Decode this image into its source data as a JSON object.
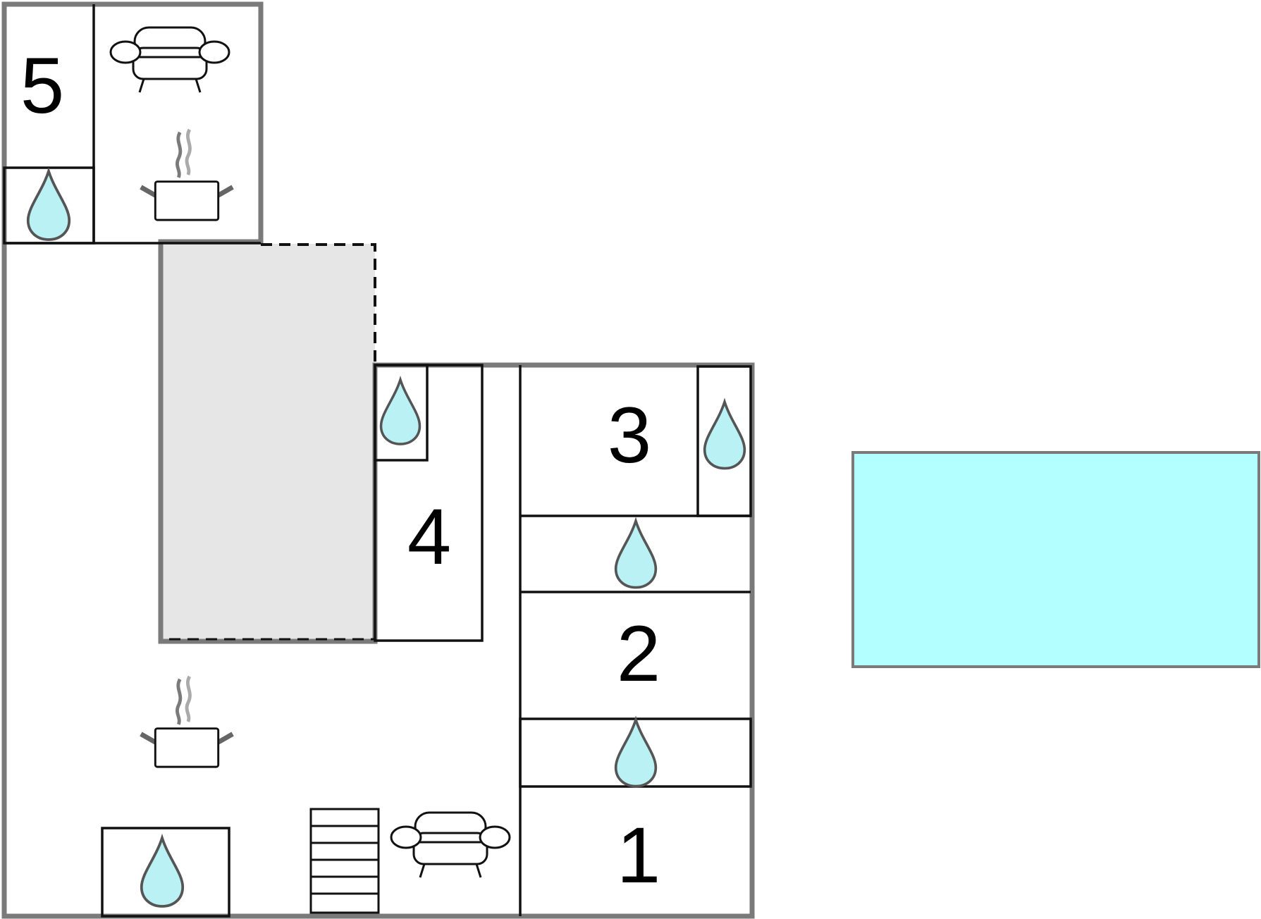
{
  "floorplan": {
    "rooms": [
      {
        "label": "1"
      },
      {
        "label": "2"
      },
      {
        "label": "3"
      },
      {
        "label": "4"
      },
      {
        "label": "5"
      }
    ]
  },
  "colors": {
    "exterior_wall": "#7a7a7a",
    "interior_wall": "#111111",
    "water": "#b9f1f4",
    "pool": "#b3ffff",
    "terrace": "#e6e6e6"
  },
  "icons": [
    "sofa-icon",
    "cooking-pot-icon",
    "water-drop-icon",
    "stairs-icon",
    "pool-icon"
  ]
}
